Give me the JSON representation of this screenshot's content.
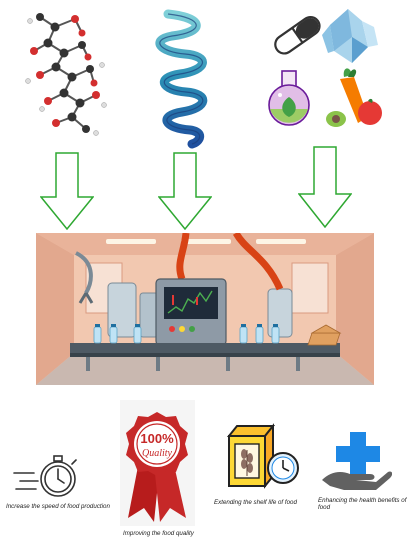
{
  "inputs": [
    {
      "icon": "polysaccharide-molecule-icon"
    },
    {
      "icon": "protein-helix-icon"
    },
    {
      "icon": "bioactive-ingredients-icon"
    }
  ],
  "center": {
    "icon": "food-factory-production-line"
  },
  "outcomes": [
    {
      "icon": "stopwatch-icon",
      "label": "Increase the speed of food production"
    },
    {
      "icon": "quality-ribbon-icon",
      "label": "Improving the food quality",
      "badge_top": "100%",
      "badge_bottom": "Quality"
    },
    {
      "icon": "shelf-life-package-icon",
      "label": "Extending the shelf life of food"
    },
    {
      "icon": "health-hand-cross-icon",
      "label": "Enhancing the health benefits of food"
    }
  ],
  "colors": {
    "arrow": "#2fa832",
    "wall": "#f2c8b0",
    "ribbon": "#c62828",
    "cross": "#1e88e5"
  }
}
